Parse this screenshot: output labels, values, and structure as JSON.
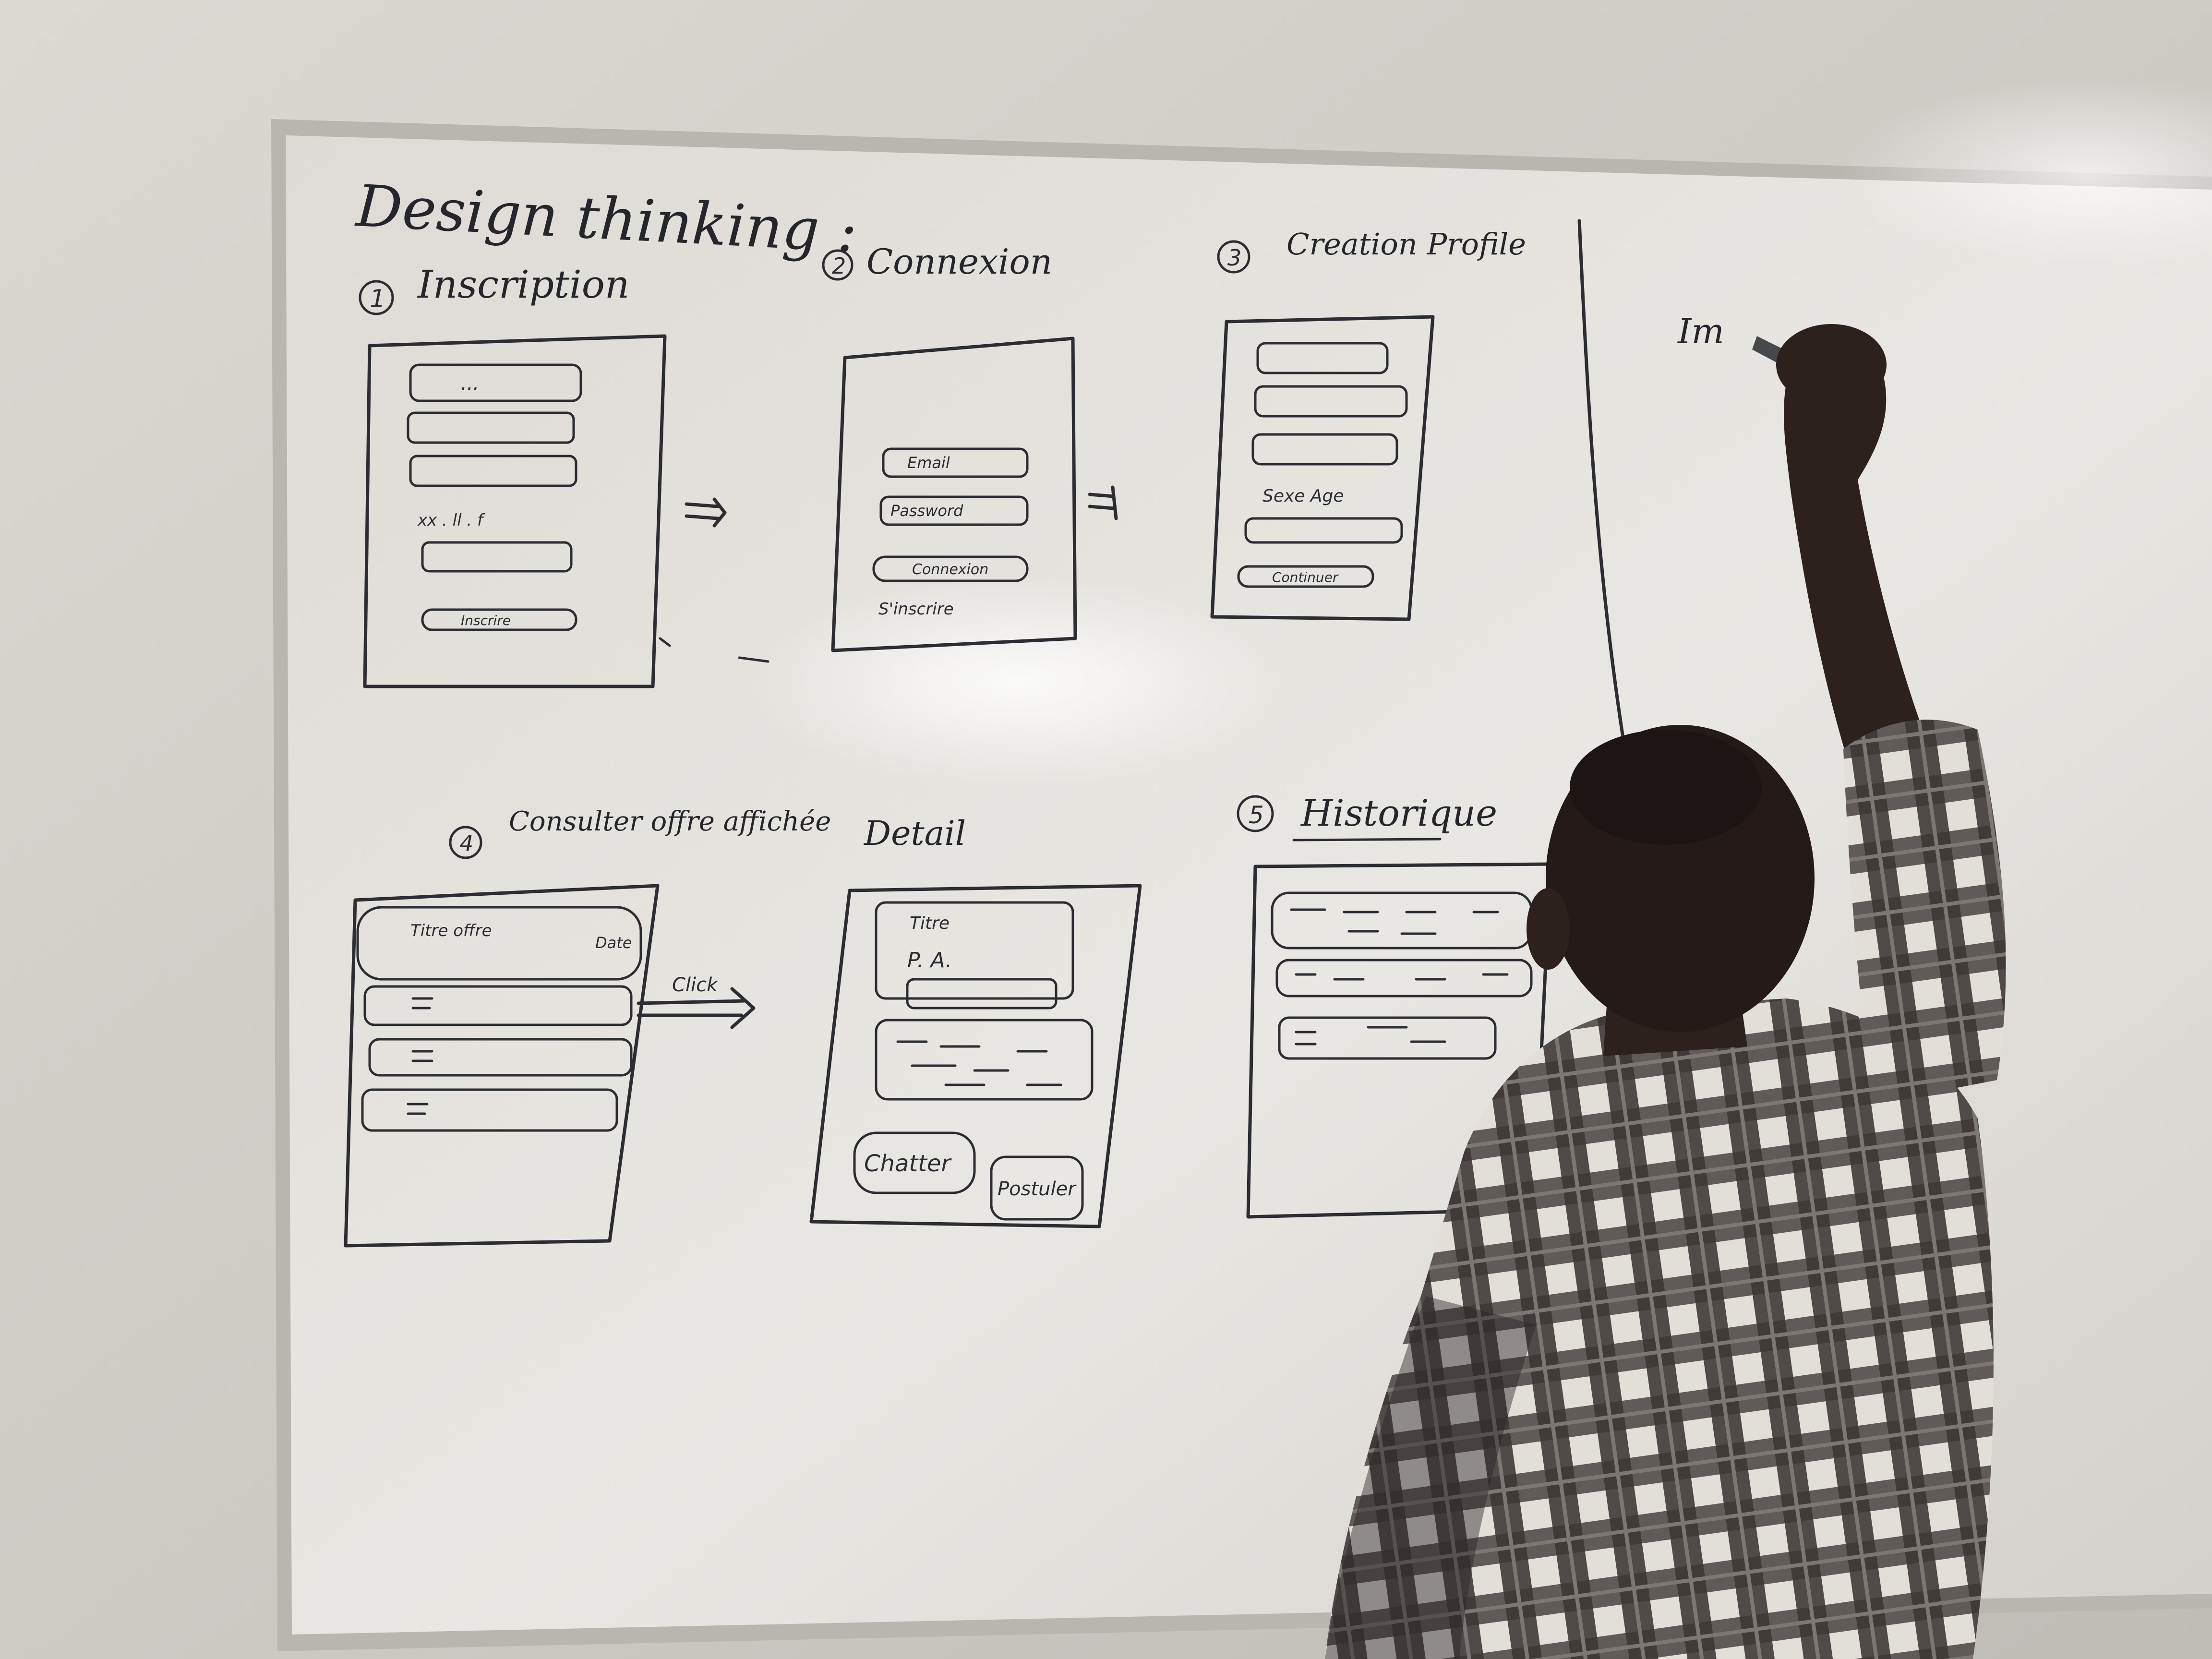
{
  "board": {
    "title": "Design thinking :",
    "right_panel_text": "Im",
    "sections": [
      {
        "number": "1",
        "label": "Inscription",
        "items": [
          "...",
          "Inscrire"
        ]
      },
      {
        "number": "2",
        "label": "Connexion",
        "items": [
          "Email",
          "Password",
          "Connexion",
          "S'inscrire"
        ]
      },
      {
        "number": "3",
        "label": "Creation Profile",
        "items": [
          "Sexe  Age",
          "Continuer"
        ]
      },
      {
        "number": "4",
        "label": "Consulter offre affichée",
        "items": [
          "Titre offre",
          "Date",
          "Click"
        ]
      },
      {
        "number": "",
        "label": "Detail",
        "items": [
          "Titre",
          "P. A.",
          "Chatter",
          "Postuler"
        ]
      },
      {
        "number": "5",
        "label": "Historique",
        "items": []
      }
    ]
  },
  "colors": {
    "wall": "#d8d5cf",
    "board": "#e7e5e1",
    "ink": "#2b2d33",
    "shirt_dark": "#3a3434",
    "shirt_light": "#cfcac4",
    "skin": "#2c211d"
  }
}
